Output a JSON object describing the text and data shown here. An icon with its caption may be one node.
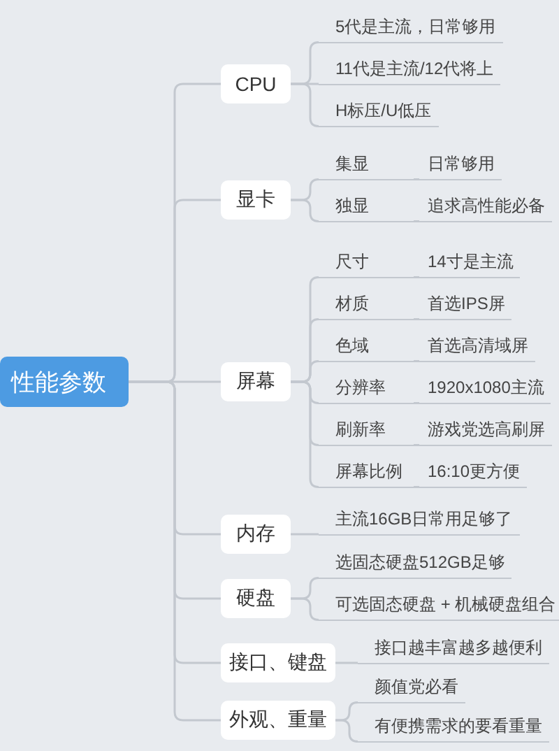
{
  "diagram": {
    "nodes": [
      {
        "text": [
          "性能参数"
        ]
      },
      {
        "text": [
          "CPU"
        ]
      },
      {
        "text": [
          "5代是主流，日常够用"
        ]
      },
      {
        "text": [
          "11代是主流/12代将上"
        ]
      },
      {
        "text": [
          "H标压/U低压"
        ]
      },
      {
        "text": [
          "显卡"
        ]
      },
      {
        "text": [
          "集显"
        ]
      },
      {
        "text": [
          "日常够用"
        ]
      },
      {
        "text": [
          "独显"
        ]
      },
      {
        "text": [
          "追求高性能必备"
        ]
      },
      {
        "text": [
          "屏幕"
        ]
      },
      {
        "text": [
          "尺寸"
        ]
      },
      {
        "text": [
          "14寸是主流"
        ]
      },
      {
        "text": [
          "材质"
        ]
      },
      {
        "text": [
          "首选IPS屏"
        ]
      },
      {
        "text": [
          "色域"
        ]
      },
      {
        "text": [
          "首选高清域屏"
        ]
      },
      {
        "text": [
          "分辨率"
        ]
      },
      {
        "text": [
          "1920x1080主流"
        ]
      },
      {
        "text": [
          "刷新率"
        ]
      },
      {
        "text": [
          "游戏党选高刷屏"
        ]
      },
      {
        "text": [
          "屏幕比例"
        ]
      },
      {
        "text": [
          "16:10更方便"
        ]
      },
      {
        "text": [
          "内存"
        ]
      },
      {
        "text": [
          "主流16GB日常用足够了"
        ]
      },
      {
        "text": [
          "硬盘"
        ]
      },
      {
        "text": [
          "选固态硬盘512GB足够"
        ]
      },
      {
        "text": [
          "可选固态硬盘 + 机械硬盘组合"
        ]
      },
      {
        "text": [
          "接口、键盘"
        ]
      },
      {
        "text": [
          "接口越丰富越多越便利"
        ]
      },
      {
        "text": [
          "外观、重量"
        ]
      },
      {
        "text": [
          "颜值党必看"
        ]
      },
      {
        "text": [
          "有便携需求的要看重量"
        ]
      }
    ],
    "edges": [
      {
        "from": 0,
        "to": 1,
        "arrow": "none"
      },
      {
        "from": 0,
        "to": 5,
        "arrow": "none"
      },
      {
        "from": 0,
        "to": 10,
        "arrow": "none"
      },
      {
        "from": 0,
        "to": 23,
        "arrow": "none"
      },
      {
        "from": 0,
        "to": 25,
        "arrow": "none"
      },
      {
        "from": 0,
        "to": 28,
        "arrow": "none"
      },
      {
        "from": 0,
        "to": 30,
        "arrow": "none"
      },
      {
        "from": 1,
        "to": 2,
        "arrow": "none"
      },
      {
        "from": 1,
        "to": 3,
        "arrow": "none"
      },
      {
        "from": 1,
        "to": 4,
        "arrow": "none"
      },
      {
        "from": 5,
        "to": 6,
        "arrow": "none"
      },
      {
        "from": 5,
        "to": 8,
        "arrow": "none"
      },
      {
        "from": 6,
        "to": 7,
        "arrow": "none"
      },
      {
        "from": 8,
        "to": 9,
        "arrow": "none"
      },
      {
        "from": 10,
        "to": 11,
        "arrow": "none"
      },
      {
        "from": 10,
        "to": 13,
        "arrow": "none"
      },
      {
        "from": 10,
        "to": 15,
        "arrow": "none"
      },
      {
        "from": 10,
        "to": 17,
        "arrow": "none"
      },
      {
        "from": 10,
        "to": 19,
        "arrow": "none"
      },
      {
        "from": 10,
        "to": 21,
        "arrow": "none"
      },
      {
        "from": 11,
        "to": 12,
        "arrow": "none"
      },
      {
        "from": 13,
        "to": 14,
        "arrow": "none"
      },
      {
        "from": 15,
        "to": 16,
        "arrow": "none"
      },
      {
        "from": 17,
        "to": 18,
        "arrow": "none"
      },
      {
        "from": 19,
        "to": 20,
        "arrow": "none"
      },
      {
        "from": 21,
        "to": 22,
        "arrow": "none"
      },
      {
        "from": 23,
        "to": 24,
        "arrow": "none"
      },
      {
        "from": 25,
        "to": 26,
        "arrow": "none"
      },
      {
        "from": 25,
        "to": 27,
        "arrow": "none"
      },
      {
        "from": 28,
        "to": 29,
        "arrow": "none"
      },
      {
        "from": 30,
        "to": 31,
        "arrow": "none"
      },
      {
        "from": 30,
        "to": 32,
        "arrow": "none"
      }
    ]
  }
}
